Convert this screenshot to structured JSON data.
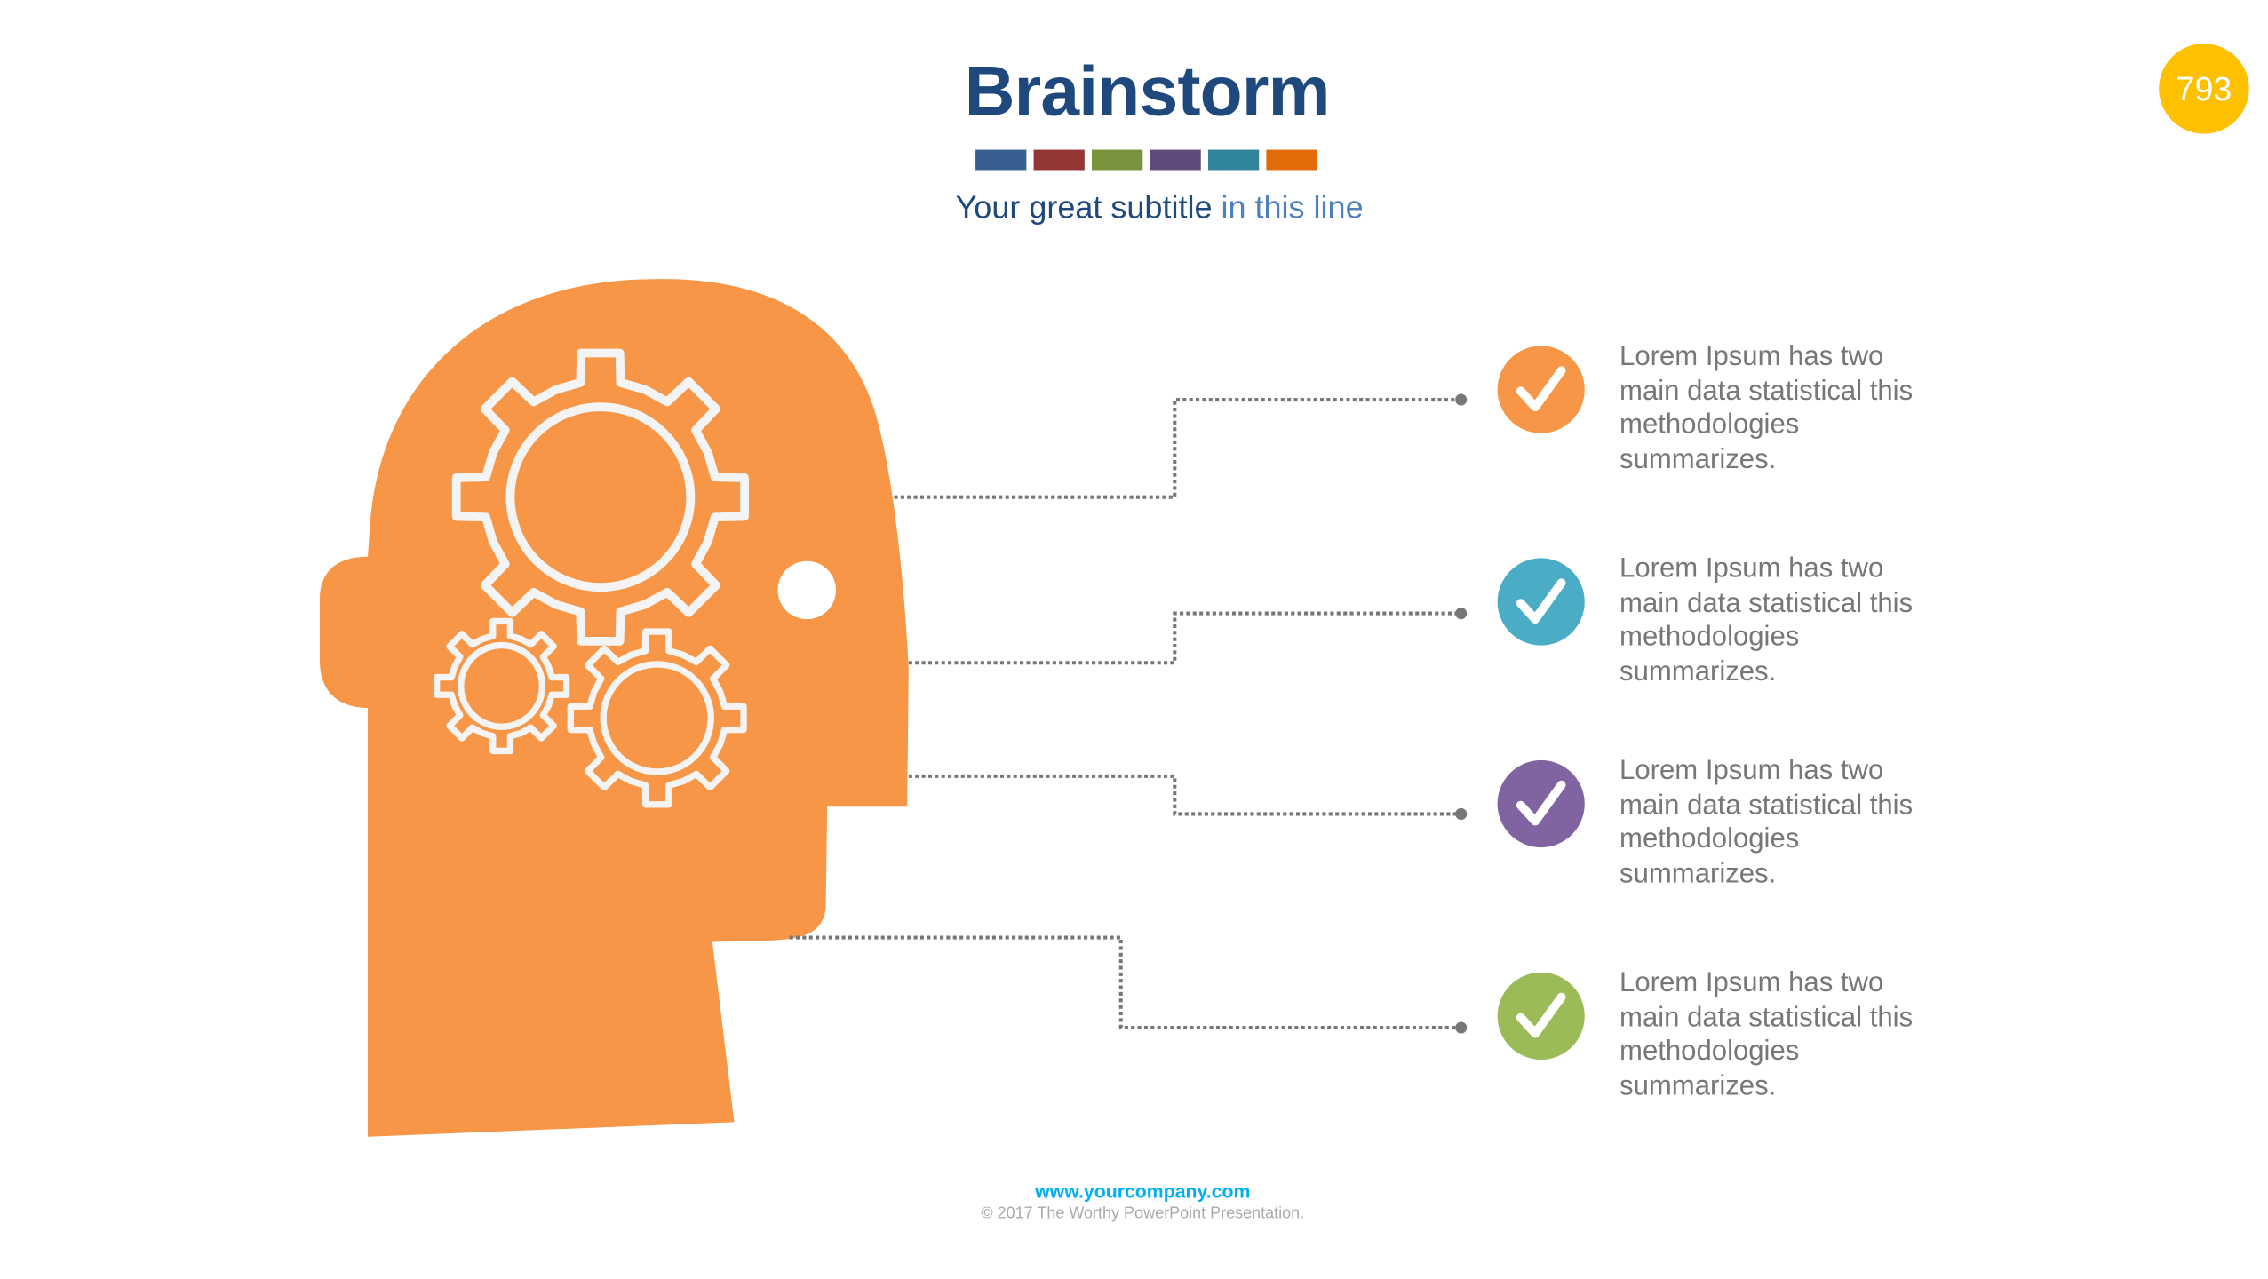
{
  "header": {
    "title": "Brainstorm",
    "subtitle_main": "Your great subtitle",
    "subtitle_highlight": "in this line",
    "swatch_colors": [
      "#375F91",
      "#943634",
      "#77933C",
      "#604A7B",
      "#31859C",
      "#E36C09"
    ]
  },
  "page_badge": {
    "number": "793",
    "color": "#FFC000"
  },
  "illustration": {
    "head_color": "#F79646",
    "icons": [
      "head-silhouette",
      "gear-icon",
      "gear-icon",
      "gear-icon"
    ]
  },
  "items": [
    {
      "icon": "check-icon",
      "color": "#F79646",
      "text": "Lorem Ipsum has two main data statistical this methodologies summarizes."
    },
    {
      "icon": "check-icon",
      "color": "#4BACC6",
      "text": "Lorem Ipsum has two main data statistical this methodologies summarizes."
    },
    {
      "icon": "check-icon",
      "color": "#8064A2",
      "text": "Lorem Ipsum has two main data statistical this methodologies summarizes."
    },
    {
      "icon": "check-icon",
      "color": "#9BBB59",
      "text": "Lorem Ipsum has two main data statistical this methodologies summarizes."
    }
  ],
  "footer": {
    "url": "www.yourcompany.com",
    "copyright": "© 2017 The Worthy PowerPoint Presentation."
  }
}
